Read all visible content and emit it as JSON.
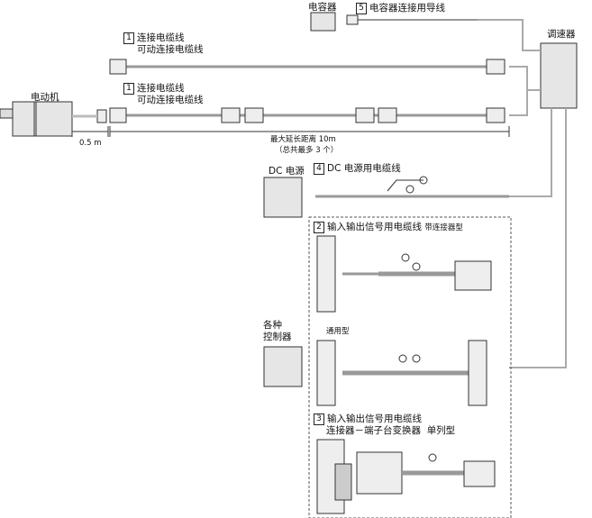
{
  "motor": {
    "label": "电动机",
    "distance": "0.5 m"
  },
  "controller": {
    "label": "调速器"
  },
  "capacitor": {
    "label": "电容器"
  },
  "dc_power": {
    "label": "DC 电源"
  },
  "control_devices": {
    "line1": "各种",
    "line2": "控制器"
  },
  "cables": {
    "c1a": {
      "num": "1",
      "line1": "连接电缆线",
      "line2": "可动连接电缆线"
    },
    "c1b": {
      "num": "1",
      "line1": "连接电缆线",
      "line2": "可动连接电缆线"
    },
    "c5": {
      "num": "5",
      "line1": "电容器连接用导线"
    },
    "c4": {
      "num": "4",
      "line1": "DC 电源用电缆线"
    },
    "c2": {
      "num": "2",
      "line1": "输入输出信号用电缆线",
      "suffix": "带连接器型",
      "variant": "通用型"
    },
    "c3": {
      "num": "3",
      "line1": "输入输出信号用电缆线",
      "line2": "连接器－端子台变换器",
      "suffix": "单列型"
    }
  },
  "extension": {
    "line1": "最大延长距离 10m",
    "line2": "（总共最多 3 个）"
  },
  "colors": {
    "box_fill": "#e6e6e6",
    "wire": "#aaaaaa",
    "outline": "#444444"
  }
}
